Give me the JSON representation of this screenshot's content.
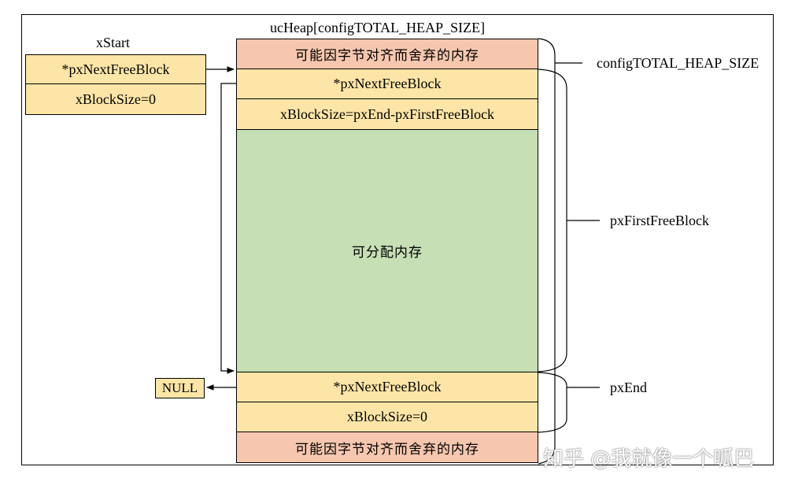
{
  "heap_title": "ucHeap[configTOTAL_HEAP_SIZE]",
  "xstart": {
    "label": "xStart",
    "next_field": "*pxNextFreeBlock",
    "size_field": "xBlockSize=0"
  },
  "heap": {
    "align_top": "可能因字节对齐而舍弃的内存",
    "first_next": "*pxNextFreeBlock",
    "first_size": "xBlockSize=pxEnd-pxFirstFreeBlock",
    "allocatable": "可分配内存",
    "end_next": "*pxNextFreeBlock",
    "end_size": "xBlockSize=0",
    "align_bottom": "可能因字节对齐而舍弃的内存"
  },
  "null_box": "NULL",
  "braces": {
    "total": "configTOTAL_HEAP_SIZE",
    "first_free": "pxFirstFreeBlock",
    "end": "pxEnd"
  },
  "watermark": "知乎 @我就像一个呱巴",
  "colors": {
    "yellow": "#fce5a6",
    "salmon": "#f6c7ae",
    "green": "#c6dfb4"
  }
}
